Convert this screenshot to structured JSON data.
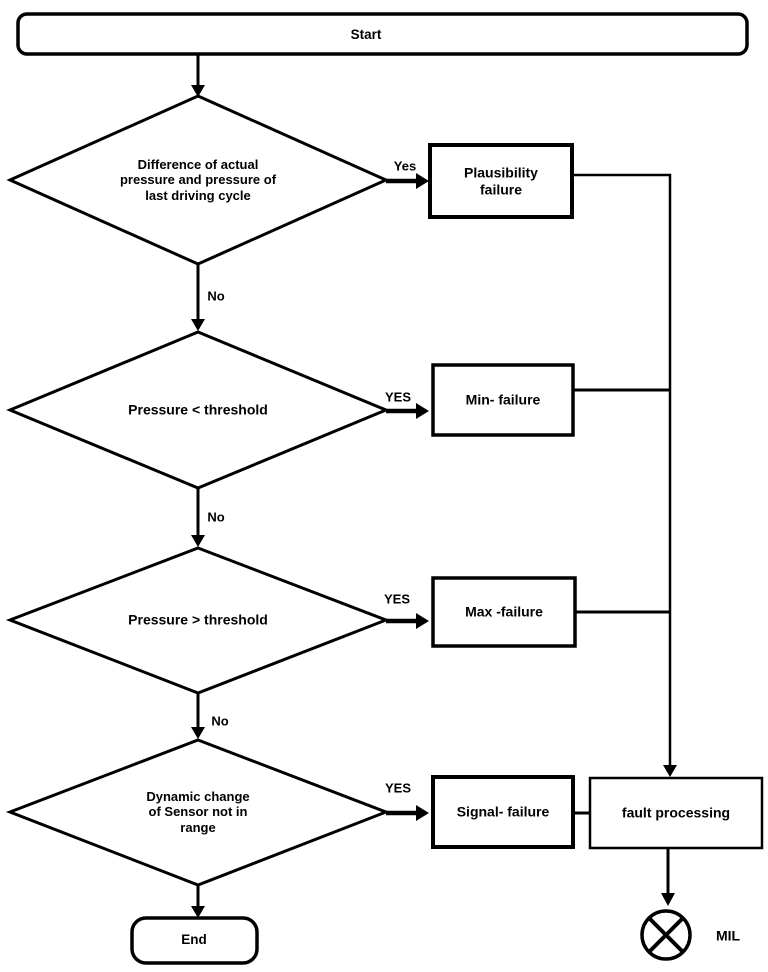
{
  "flowchart": {
    "colors": {
      "line": "#000000",
      "background": "#ffffff",
      "text": "#000000"
    },
    "start": {
      "label": "Start"
    },
    "end": {
      "label": "End"
    },
    "decisions": [
      {
        "lines": [
          "Difference of actual",
          "pressure and pressure of",
          "last driving cycle"
        ],
        "yes": "Yes",
        "no": "No"
      },
      {
        "lines": [
          "Pressure < threshold"
        ],
        "yes": "YES",
        "no": "No"
      },
      {
        "lines": [
          "Pressure > threshold"
        ],
        "yes": "YES",
        "no": "No"
      },
      {
        "lines": [
          "Dynamic change",
          "of Sensor not in",
          "range"
        ],
        "yes": "YES"
      }
    ],
    "failures": [
      {
        "lines": [
          "Plausibility",
          "failure"
        ]
      },
      {
        "lines": [
          "Min- failure"
        ]
      },
      {
        "lines": [
          "Max -failure"
        ]
      },
      {
        "lines": [
          "Signal- failure"
        ]
      }
    ],
    "fault_processing": {
      "label": "fault processing"
    },
    "mil": {
      "label": "MIL"
    }
  }
}
